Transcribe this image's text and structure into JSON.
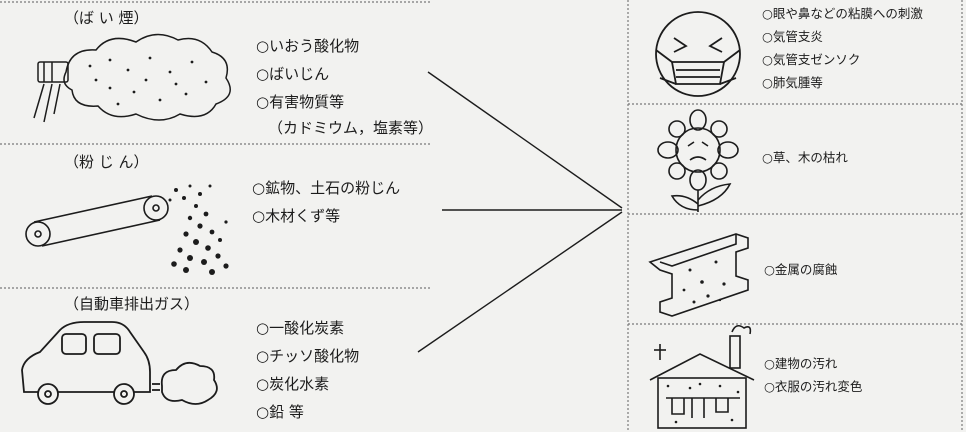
{
  "sources": [
    {
      "title": "（ば い 煙）",
      "items": [
        "○いおう酸化物",
        "○ばいじん",
        "○有害物質等"
      ],
      "note": "（カドミウム，塩素等）",
      "icon": "factory-smoke-icon"
    },
    {
      "title": "（粉 じ ん）",
      "items": [
        "○鉱物、土石の粉じん",
        "○木材くず等"
      ],
      "icon": "conveyor-dust-icon"
    },
    {
      "title": "（自動車排出ガス）",
      "items": [
        "○一酸化炭素",
        "○チッソ酸化物",
        "○炭化水素",
        "○鉛 等"
      ],
      "icon": "car-exhaust-icon"
    }
  ],
  "effects": [
    {
      "items": [
        "○眼や鼻などの粘膜への刺激",
        "○気管支炎",
        "○気管支ゼンソク",
        "○肺気腫等"
      ],
      "icon": "masked-face-icon"
    },
    {
      "items": [
        "○草、木の枯れ"
      ],
      "icon": "wilting-flower-icon"
    },
    {
      "items": [
        "○金属の腐蝕"
      ],
      "icon": "corroded-metal-icon"
    },
    {
      "items": [
        "○建物の汚れ",
        "○衣服の汚れ変色"
      ],
      "icon": "dirty-house-icon"
    }
  ],
  "colors": {
    "ink": "#1c1c1c",
    "divider": "#7a7a7a",
    "background": "#f2f2f0"
  }
}
